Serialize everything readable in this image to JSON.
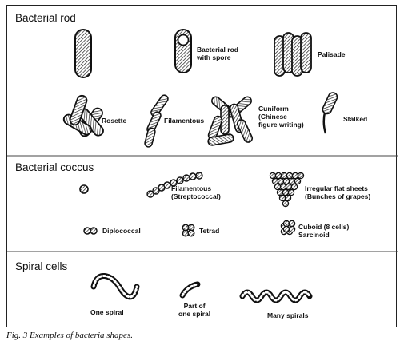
{
  "sections": {
    "rod": "Bacterial rod",
    "coccus": "Bacterial coccus",
    "spiral": "Spiral cells"
  },
  "labels": {
    "rod_spore_1": "Bacterial rod",
    "rod_spore_2": "with spore",
    "palisade": "Palisade",
    "rosette": "Rosette",
    "filamentous_rod": "Filamentous",
    "cuniform_1": "Cuniform",
    "cuniform_2": "(Chinese",
    "cuniform_3": "figure writing)",
    "stalked": "Stalked",
    "filamentous_coccus_1": "Filamentous",
    "filamentous_coccus_2": "(Streptococcal)",
    "sheets_1": "Irregular flat sheets",
    "sheets_2": "(Bunches of grapes)",
    "diplococcal": "Diplococcal",
    "tetrad": "Tetrad",
    "cuboid_1": "Cuboid (8 cells)",
    "cuboid_2": "Sarcinoid",
    "one_spiral": "One spiral",
    "part_spiral_1": "Part of",
    "part_spiral_2": "one spiral",
    "many_spirals": "Many spirals"
  },
  "caption": "Fig. 3 Examples of bacteria shapes."
}
